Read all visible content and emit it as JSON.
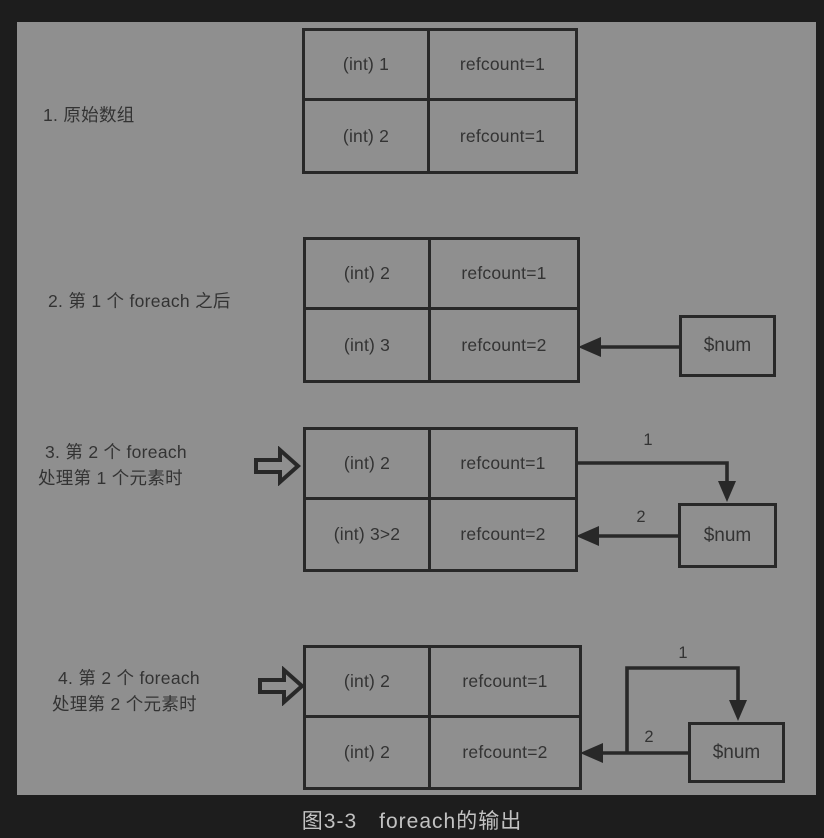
{
  "figure": {
    "caption": "图3-3　foreach的输出"
  },
  "colors": {
    "background": "#1d1d1d",
    "panel": "#8f8f8f",
    "line": "#282828",
    "text": "#333333",
    "caption_text": "#c2c2c2"
  },
  "diagram": {
    "sections": [
      {
        "label": "1. 原始数组",
        "table": {
          "rows": [
            [
              "(int) 1",
              "refcount=1"
            ],
            [
              "(int) 2",
              "refcount=1"
            ]
          ]
        }
      },
      {
        "label": "2. 第 1 个 foreach 之后",
        "table": {
          "rows": [
            [
              "(int) 2",
              "refcount=1"
            ],
            [
              "(int) 3",
              "refcount=2"
            ]
          ]
        },
        "num_box": "$num"
      },
      {
        "label_line1": "3. 第 2 个 foreach",
        "label_line2": "处理第 1 个元素时",
        "table": {
          "rows": [
            [
              "(int) 2",
              "refcount=1"
            ],
            [
              "(int) 3>2",
              "refcount=2"
            ]
          ]
        },
        "num_box": "$num",
        "arrow_labels": [
          "1",
          "2"
        ]
      },
      {
        "label_line1": "4. 第 2 个 foreach",
        "label_line2": "处理第 2 个元素时",
        "table": {
          "rows": [
            [
              "(int) 2",
              "refcount=1"
            ],
            [
              "(int) 2",
              "refcount=2"
            ]
          ]
        },
        "num_box": "$num",
        "arrow_labels": [
          "1",
          "2"
        ]
      }
    ]
  }
}
